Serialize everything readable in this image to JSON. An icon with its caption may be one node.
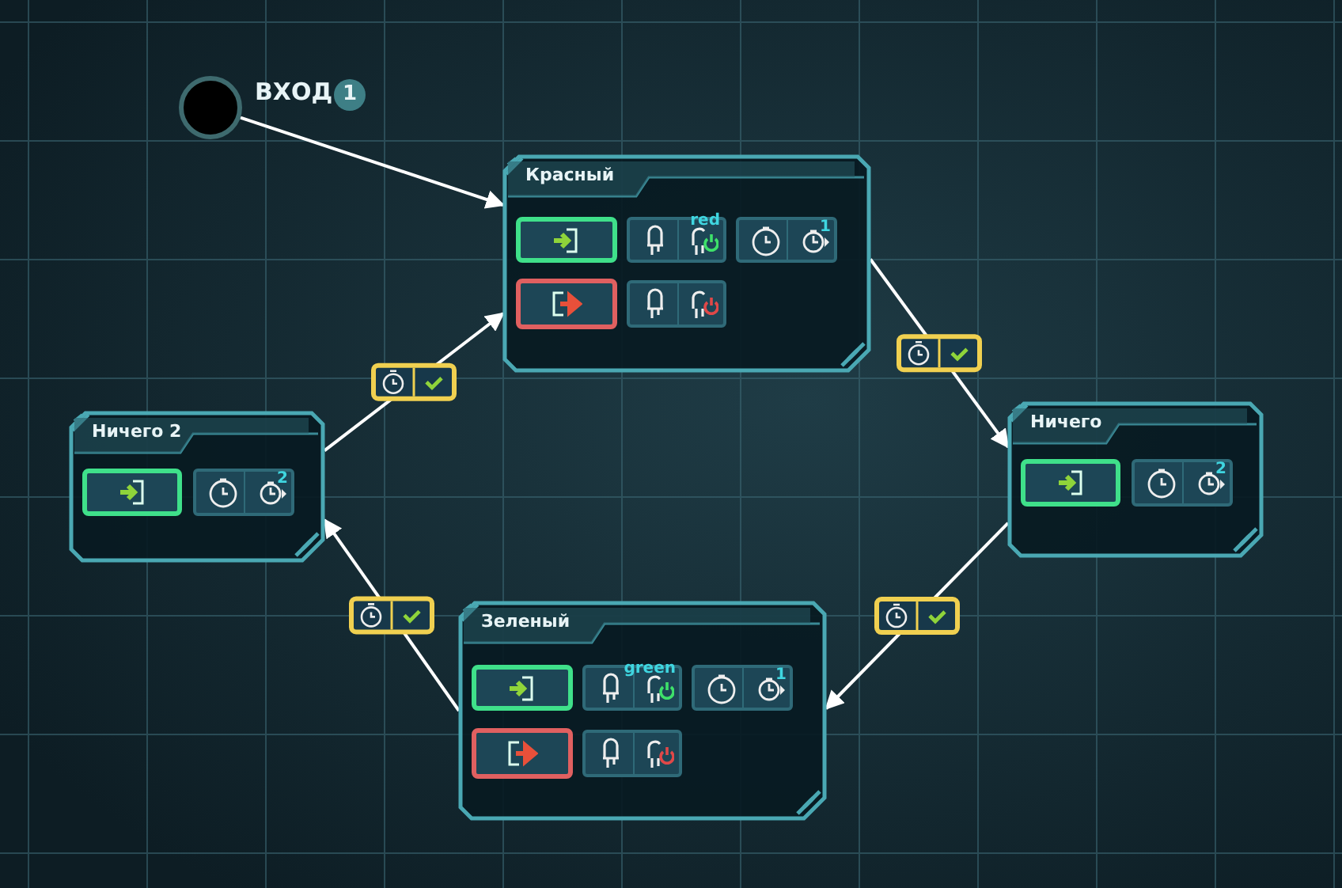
{
  "diagram": {
    "nodes": [
      {
        "text": [],
        "shape": "circle",
        "beside": [
          "ВХОД",
          "1"
        ]
      },
      {
        "text": [
          "Красный",
          "red",
          "1"
        ]
      },
      {
        "text": [
          "Ничего",
          "2"
        ]
      },
      {
        "text": [
          "Зеленый",
          "green",
          "1"
        ]
      },
      {
        "text": [
          "Ничего 2",
          "2"
        ]
      }
    ],
    "edges": [
      {
        "from": 0,
        "to": 1,
        "arrow": "to"
      },
      {
        "from": 1,
        "to": 2,
        "arrow": "to"
      },
      {
        "from": 2,
        "to": 3,
        "arrow": "to"
      },
      {
        "from": 3,
        "to": 4,
        "arrow": "to"
      },
      {
        "from": 4,
        "to": 1,
        "arrow": "to"
      }
    ]
  }
}
